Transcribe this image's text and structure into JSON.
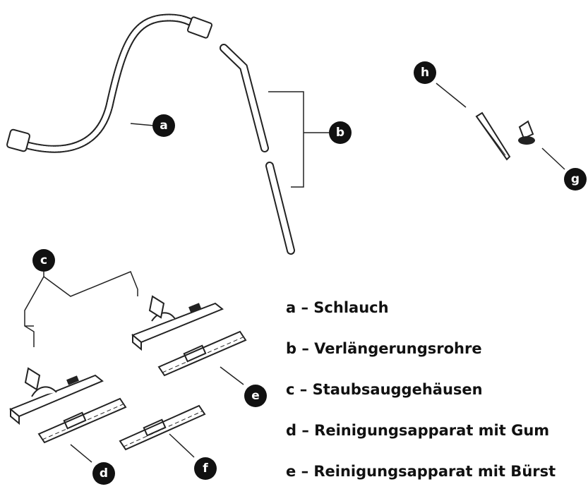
{
  "callouts": {
    "a": "a",
    "b": "b",
    "c": "c",
    "d": "d",
    "e": "e",
    "f": "f",
    "g": "g",
    "h": "h"
  },
  "legend": [
    {
      "key": "a",
      "text": "– Schlauch"
    },
    {
      "key": "b",
      "text": "– Verlängerungsrohre"
    },
    {
      "key": "c",
      "text": "– Staubsauggehäusen"
    },
    {
      "key": "d",
      "text": "– Reinigungsapparat mit Gum"
    },
    {
      "key": "e",
      "text": "– Reinigungsapparat mit Bürst"
    }
  ],
  "colors": {
    "ink": "#111111",
    "background": "#ffffff"
  }
}
